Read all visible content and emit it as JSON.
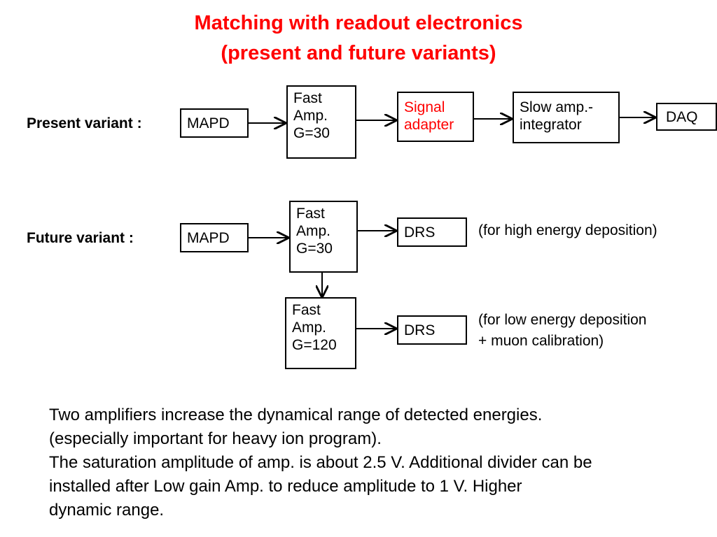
{
  "title": {
    "line1": "Matching with readout electronics",
    "line2": "(present and future variants)"
  },
  "present": {
    "label": "Present variant :",
    "mapd": "MAPD",
    "fast_amp": [
      "Fast",
      "Amp.",
      "G=30"
    ],
    "signal_adapter": [
      "Signal",
      "adapter"
    ],
    "slow_amp": [
      "Slow amp.-",
      "integrator"
    ],
    "daq": "DAQ"
  },
  "future": {
    "label": "Future variant :",
    "mapd": "MAPD",
    "fast_amp_high": [
      "Fast",
      "Amp.",
      "G=30"
    ],
    "drs_high": "DRS",
    "note_high": "(for high energy deposition)",
    "fast_amp_low": [
      "Fast",
      "Amp.",
      "G=120"
    ],
    "drs_low": "DRS",
    "note_low": [
      "(for low energy deposition",
      "+ muon calibration)"
    ]
  },
  "paragraph": [
    "Two amplifiers increase the dynamical range of detected energies.",
    "(especially important for heavy ion program).",
    "The saturation amplitude of amp. is about 2.5 V. Additional divider can be",
    "installed after Low gain Amp. to reduce amplitude to 1 V. Higher",
    "dynamic range."
  ],
  "colors": {
    "title": "#ff0000",
    "signal_adapter": "#ff0000",
    "lines": "#000000"
  }
}
